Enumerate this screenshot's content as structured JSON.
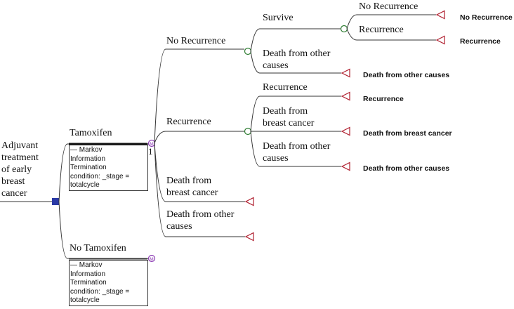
{
  "root": {
    "label_lines": [
      "Adjuvant",
      "treatment",
      "of early",
      "breast",
      "cancer"
    ]
  },
  "markov_box": {
    "lines": [
      "— Markov",
      "Information",
      "Termination",
      "condition: _stage =",
      "totalcycle"
    ]
  },
  "strategies": {
    "tamoxifen": {
      "label": "Tamoxifen",
      "markov_marker": "M",
      "cycle_number": "1",
      "states": {
        "no_recurrence": {
          "label": "No Recurrence",
          "survive": {
            "label": "Survive",
            "branches": {
              "no_recurrence": {
                "label": "No Recurrence",
                "terminal": "No Recurrence"
              },
              "recurrence": {
                "label": "Recurrence",
                "terminal": "Recurrence"
              }
            }
          },
          "death_other": {
            "label_lines": [
              "Death from other",
              "causes"
            ],
            "terminal": "Death from other causes"
          }
        },
        "recurrence": {
          "label": "Recurrence",
          "branches": {
            "recurrence": {
              "label": "Recurrence",
              "terminal": "Recurrence"
            },
            "death_breast": {
              "label_lines": [
                "Death from",
                "breast cancer"
              ],
              "terminal": "Death from breast cancer"
            },
            "death_other": {
              "label_lines": [
                "Death from other",
                "causes"
              ],
              "terminal": "Death from other causes"
            }
          }
        },
        "death_breast": {
          "label_lines": [
            "Death from",
            "breast cancer"
          ]
        },
        "death_other": {
          "label_lines": [
            "Death from other",
            "causes"
          ]
        }
      }
    },
    "no_tamoxifen": {
      "label": "No Tamoxifen",
      "markov_marker": "M"
    }
  },
  "colors": {
    "decision_node": "#2b3aa6",
    "chance_node": "#2e7d32",
    "terminal_node": "#b02030",
    "markov_marker": "#8e3fb5",
    "line": "#333333"
  }
}
